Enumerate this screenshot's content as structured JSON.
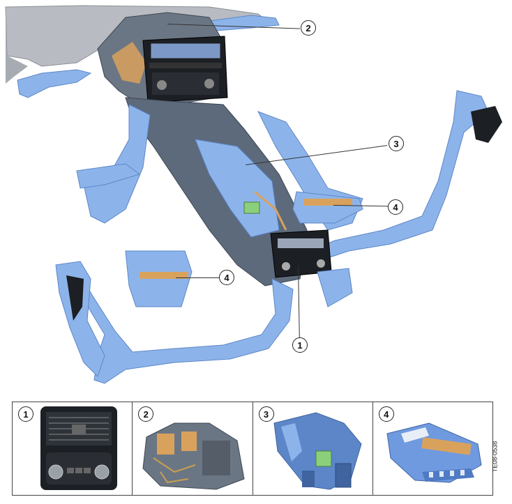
{
  "main_callouts": [
    {
      "number": "2",
      "name": "callout-2"
    },
    {
      "number": "3",
      "name": "callout-3"
    },
    {
      "number": "4",
      "name": "callout-4-right"
    },
    {
      "number": "4",
      "name": "callout-4-left"
    },
    {
      "number": "1",
      "name": "callout-1"
    }
  ],
  "panels": [
    {
      "number": "1"
    },
    {
      "number": "2"
    },
    {
      "number": "3"
    },
    {
      "number": "4"
    }
  ],
  "doc_id": "TE08-0538",
  "colors": {
    "duct_blue": "#8db4ea",
    "duct_dark": "#5c86c8",
    "console_gray": "#5d6a7c",
    "control_black": "#1c1f24",
    "foam_orange": "#d9a25c",
    "connector_green": "#8bcf7a",
    "dash_gray": "#b8bcc2"
  }
}
